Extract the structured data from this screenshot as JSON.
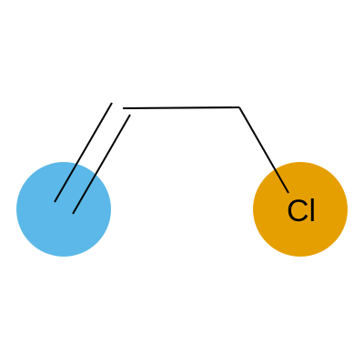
{
  "molecule": {
    "atoms": [
      {
        "id": "a1",
        "element": "C",
        "label": "",
        "highlight_color": "#5BB8E8"
      },
      {
        "id": "a2",
        "element": "C",
        "label": "",
        "highlight_color": ""
      },
      {
        "id": "a3",
        "element": "C",
        "label": "",
        "highlight_color": ""
      },
      {
        "id": "a4",
        "element": "Cl",
        "label": "Cl",
        "highlight_color": "#E69F00"
      }
    ],
    "bonds": [
      {
        "from": "a1",
        "to": "a2",
        "order": 2
      },
      {
        "from": "a2",
        "to": "a3",
        "order": 1
      },
      {
        "from": "a3",
        "to": "a4",
        "order": 1
      }
    ]
  }
}
